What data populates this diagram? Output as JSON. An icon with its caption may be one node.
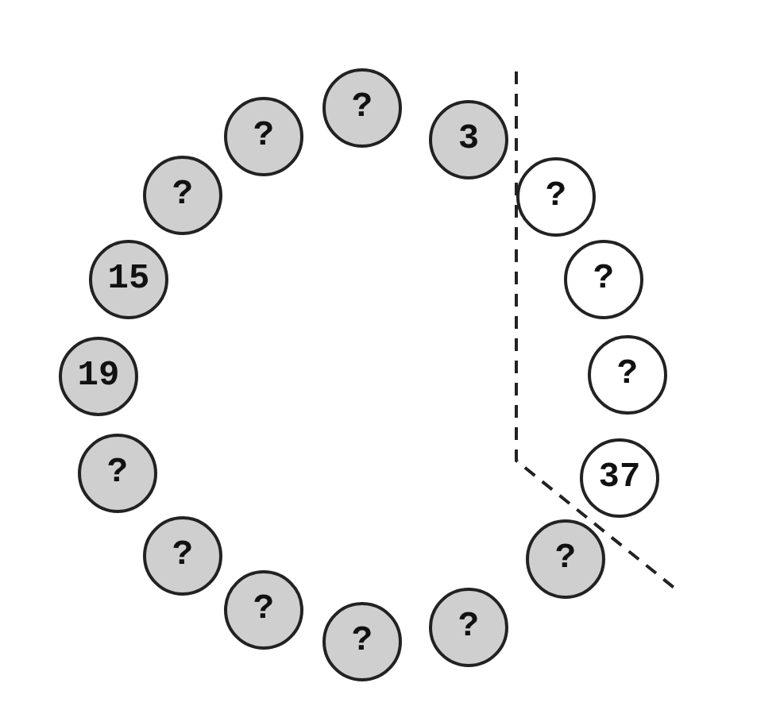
{
  "diagram": {
    "nodes": [
      {
        "text": [
          "?"
        ]
      },
      {
        "text": [
          "3"
        ]
      },
      {
        "text": [
          "?"
        ]
      },
      {
        "text": [
          "?"
        ]
      },
      {
        "text": [
          "?"
        ]
      },
      {
        "text": [
          "37"
        ]
      },
      {
        "text": [
          "?"
        ]
      },
      {
        "text": [
          "?"
        ]
      },
      {
        "text": [
          "?"
        ]
      },
      {
        "text": [
          "?"
        ]
      },
      {
        "text": [
          "?"
        ]
      },
      {
        "text": [
          "?"
        ]
      },
      {
        "text": [
          "19"
        ]
      },
      {
        "text": [
          "15"
        ]
      },
      {
        "text": [
          "?"
        ]
      },
      {
        "text": [
          "?"
        ]
      }
    ]
  }
}
